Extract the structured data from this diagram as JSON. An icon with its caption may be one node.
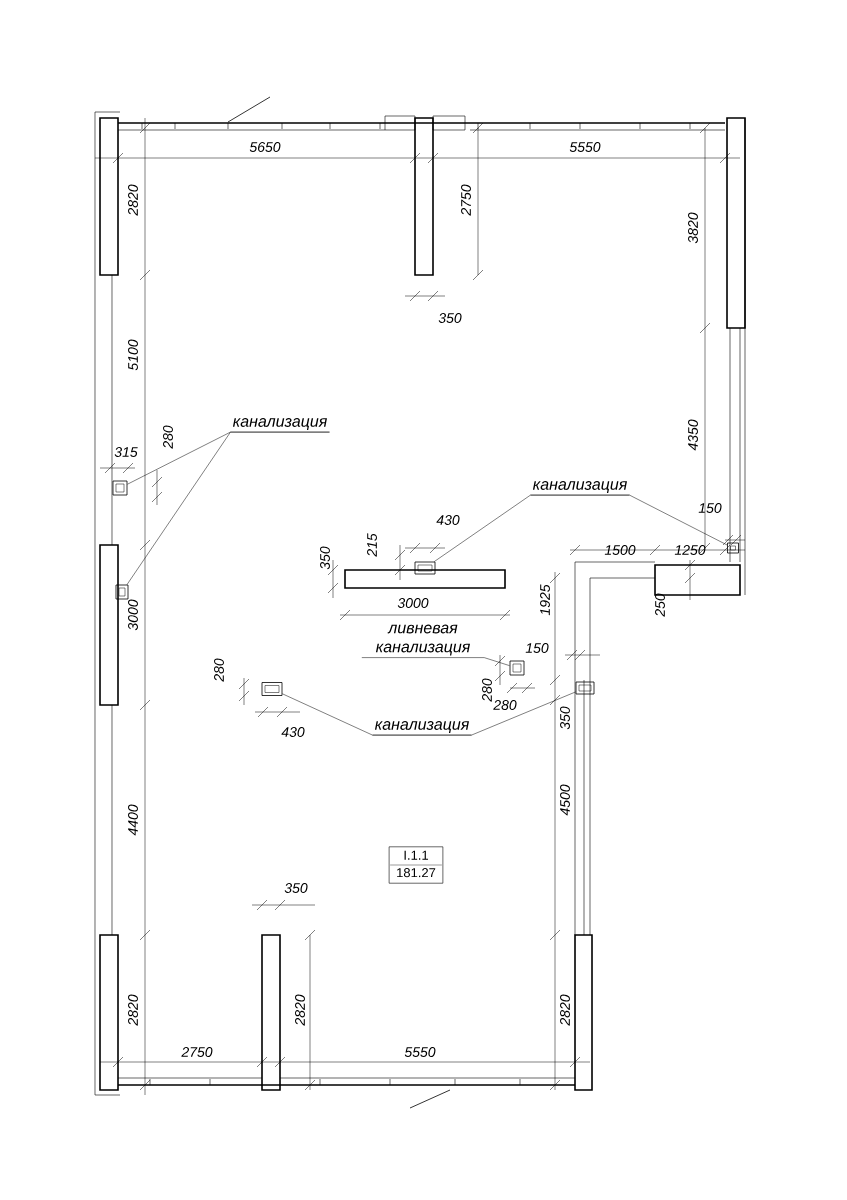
{
  "diagram": {
    "nodes": [
      {
        "text": [
          "канализация"
        ]
      },
      {
        "text": [],
        "shape": "box"
      },
      {
        "text": [],
        "shape": "box"
      },
      {
        "text": [
          "канализация"
        ]
      },
      {
        "text": [],
        "shape": "box"
      },
      {
        "text": [],
        "shape": "box"
      },
      {
        "text": [
          "ливневая канализация"
        ]
      },
      {
        "text": [],
        "shape": "box"
      },
      {
        "text": [
          "канализация"
        ]
      },
      {
        "text": [],
        "shape": "box"
      },
      {
        "text": [],
        "shape": "box"
      },
      {
        "text": [
          "I.1.1",
          "181.27"
        ]
      }
    ],
    "edges": [
      {
        "from": 0,
        "to": 1,
        "arrow": "none"
      },
      {
        "from": 0,
        "to": 2,
        "arrow": "none"
      },
      {
        "from": 3,
        "to": 4,
        "arrow": "none"
      },
      {
        "from": 3,
        "to": 5,
        "arrow": "none"
      },
      {
        "from": 6,
        "to": 7,
        "arrow": "none"
      },
      {
        "from": 8,
        "to": 9,
        "arrow": "none"
      },
      {
        "from": 8,
        "to": 10,
        "arrow": "none"
      }
    ],
    "labels": [
      "5650",
      "5550",
      "2820",
      "2750",
      "3820",
      "350",
      "5100",
      "4350",
      "315",
      "280",
      "430",
      "150",
      "215",
      "1500",
      "1250",
      "350",
      "3000",
      "3000",
      "1925",
      "250",
      "150",
      "280",
      "280",
      "280",
      "430",
      "350",
      "4500",
      "4400",
      "350",
      "2820",
      "2820",
      "2820",
      "2750",
      "5550"
    ]
  }
}
